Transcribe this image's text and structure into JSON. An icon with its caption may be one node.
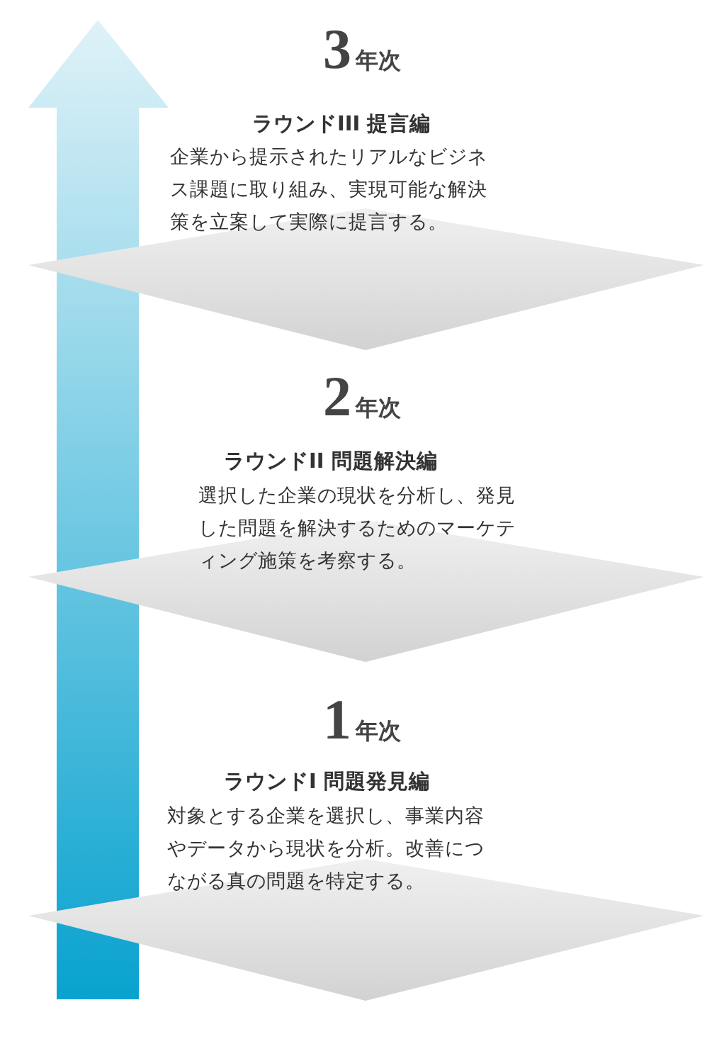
{
  "diagram": {
    "nodes": [
      {
        "text": [
          "3年次",
          "ラウンドIII 提言編",
          "企業から提示されたリアルなビジネス課題に取り組み、実現可能な解決策を立案して実際に提言する。"
        ]
      },
      {
        "text": [
          "2年次",
          "ラウンドII 問題解決編",
          "選択した企業の現状を分析し、発見した問題を解決するためのマーケティング施策を考察する。"
        ]
      },
      {
        "text": [
          "1年次",
          "ラウンドI 問題発見編",
          "対象とする企業を選択し、事業内容やデータから現状を分析。改善につながる真の問題を特定する。"
        ]
      }
    ]
  }
}
